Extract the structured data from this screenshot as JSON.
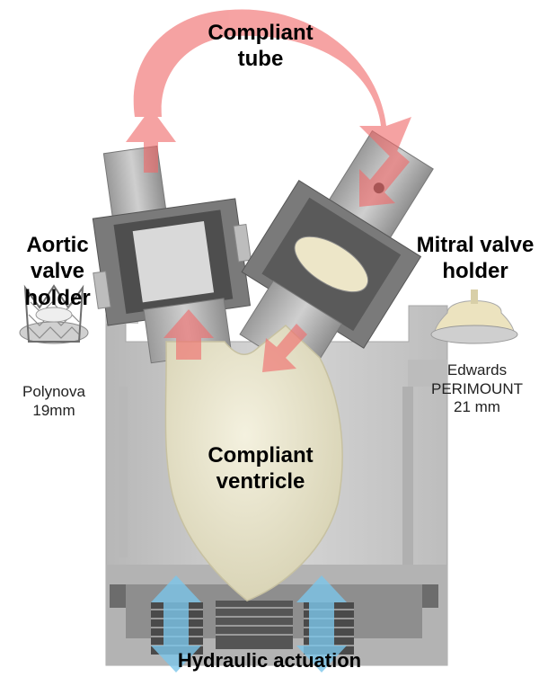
{
  "labels": {
    "compliant_tube": [
      "Compliant",
      "tube"
    ],
    "aortic_valve_holder": [
      "Aortic valve",
      "holder"
    ],
    "mitral_valve_holder": [
      "Mitral valve",
      "holder"
    ],
    "aortic_valve_model": [
      "Polynova",
      "19mm"
    ],
    "mitral_valve_model": [
      "Edwards",
      "PERIMOUNT",
      "21 mm"
    ],
    "compliant_ventricle": [
      "Compliant",
      "ventricle"
    ],
    "hydraulic_actuation": "Hydraulic actuation"
  },
  "colors": {
    "flow_arrow": "#f06a6a",
    "actuation_arrow": "#7cc6ea",
    "housing": "#c9c9c9",
    "ventricle": "#ebe7cf"
  }
}
